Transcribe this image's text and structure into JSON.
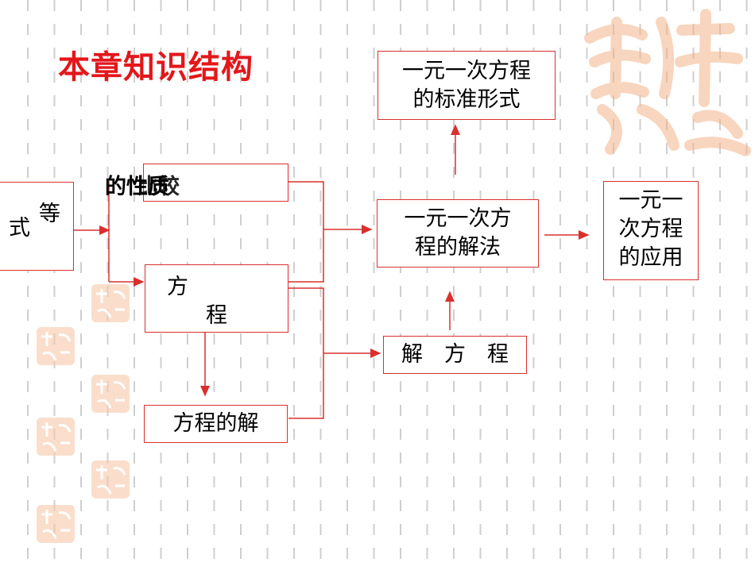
{
  "title": "本章知识结构",
  "colors": {
    "title": "#e3171b",
    "line": "#d9302e",
    "dash": "#cfcfcf",
    "seal": "#f0a070"
  },
  "decorations": {
    "seal_icon": "auspicious-seal-icon"
  },
  "nodes": {
    "equation_left_1": "等",
    "equation_left_2": "式",
    "properties_overlap_1": "的性质",
    "properties_overlap_2": "比较",
    "equation_1": "方",
    "equation_2": "程",
    "solution": "方程的解",
    "solving": "解　方　程",
    "standard_form_1": "一元一次方程",
    "standard_form_2": "的标准形式",
    "method_1": "一元一次方",
    "method_2": "程的解法",
    "application_1": "一元一",
    "application_2": "次方程",
    "application_3": "的应用"
  }
}
